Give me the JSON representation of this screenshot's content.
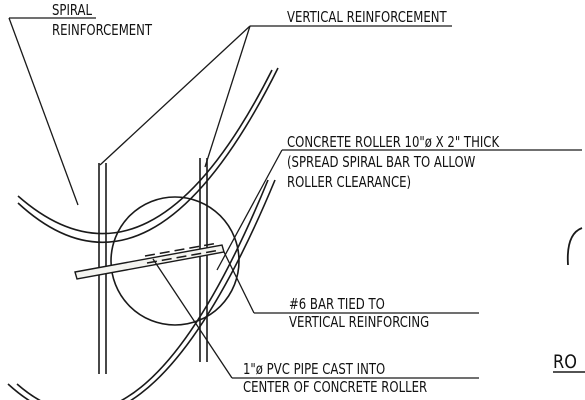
{
  "diagram": {
    "ink_color": "#1a1a1a",
    "bar_fill": "#f4f4f0",
    "labels": {
      "spiral": [
        "SPIRAL",
        "REINFORCEMENT"
      ],
      "vertical": "VERTICAL REINFORCEMENT",
      "roller": [
        "CONCRETE ROLLER 10\"ø X 2\" THICK",
        "(SPREAD SPIRAL BAR TO ALLOW",
        "ROLLER CLEARANCE)"
      ],
      "bar6": [
        "#6 BAR TIED TO",
        "VERTICAL REINFORCING"
      ],
      "pvc": [
        "1\"ø PVC  PIPE CAST INTO",
        "CENTER OF CONCRETE ROLLER"
      ],
      "cut_off": "RO"
    }
  }
}
